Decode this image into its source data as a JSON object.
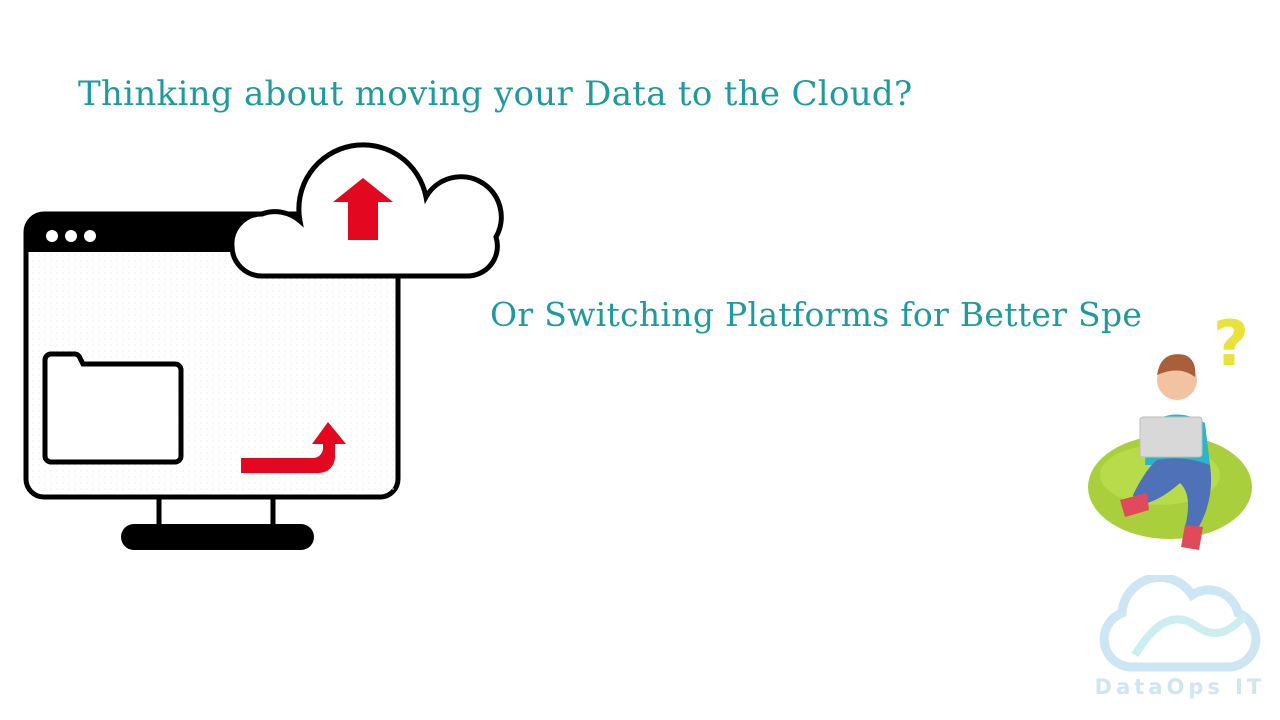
{
  "slide": {
    "headline_1": "Thinking about moving your Data to the Cloud?",
    "headline_2": "Or Switching Platforms for Better Spe",
    "accent_color": "#1f9a9e",
    "arrow_color": "#e3071f"
  },
  "illustration": {
    "icons": [
      "monitor-icon",
      "browser-window-icon",
      "cloud-upload-icon",
      "folder-icon",
      "turn-up-arrow-icon"
    ]
  },
  "character": {
    "icon": "thinking-person-icon",
    "question_mark": "?"
  },
  "logo": {
    "icon": "cloud-logo-icon",
    "text": "DataOps IT"
  }
}
